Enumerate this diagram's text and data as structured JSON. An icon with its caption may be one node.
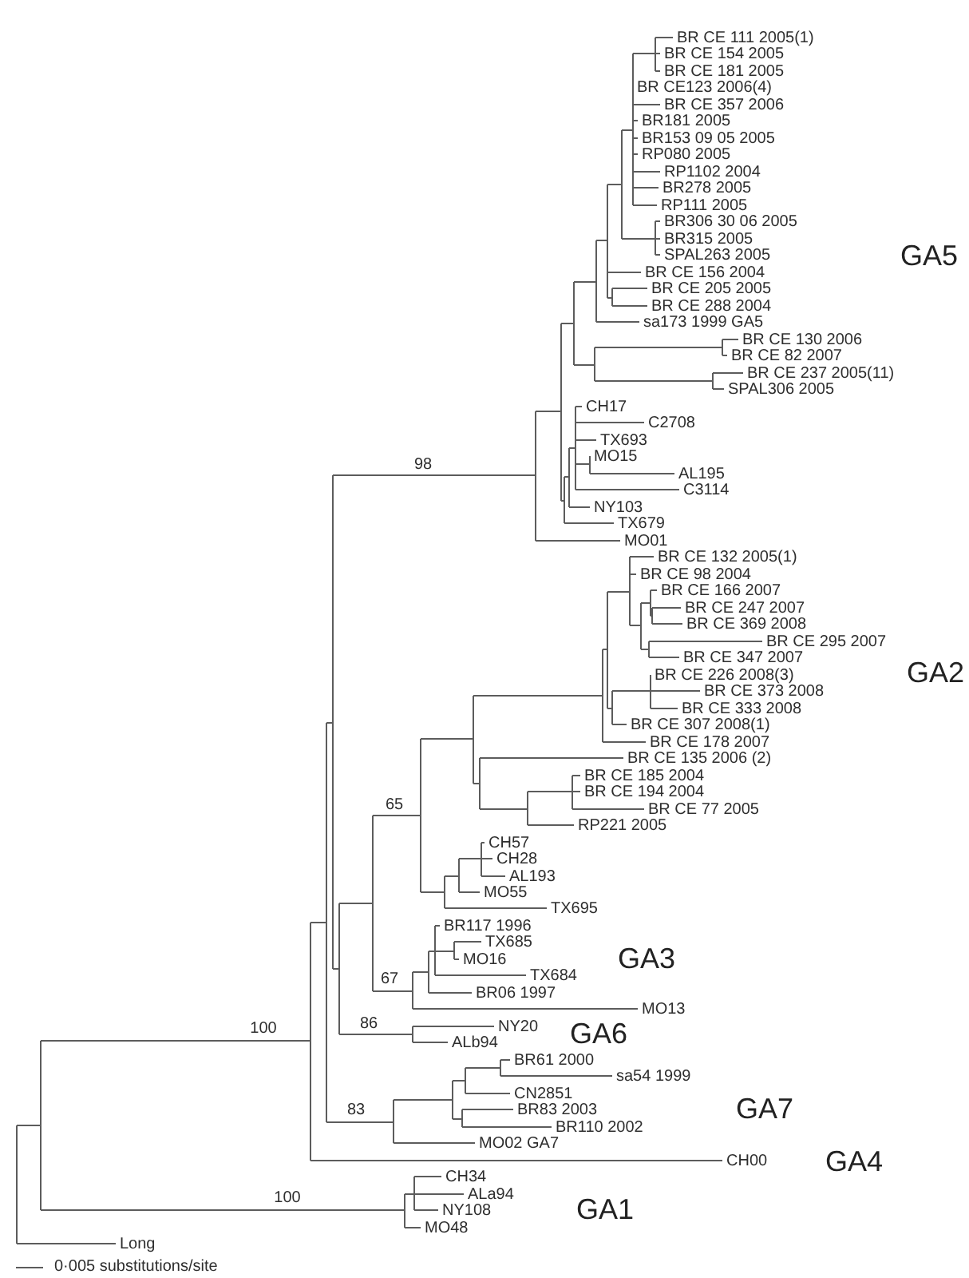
{
  "diagram": {
    "labels": [
      "BR CE 111 2005(1)",
      "BR CE 154 2005",
      "BR CE 181 2005",
      "BR CE123 2006(4)",
      "BR CE 357 2006",
      "BR181 2005",
      "BR153 09 05 2005",
      "RP080 2005",
      "RP1102 2004",
      "BR278 2005",
      "RP111 2005",
      "BR306 30 06 2005",
      "BR315 2005",
      "SPAL263 2005",
      "GA5",
      "BR CE 156 2004",
      "BR CE 205 2005",
      "BR CE 288 2004",
      "sa173 1999 GA5",
      "BR CE 130 2006",
      "BR CE 82 2007",
      "BR CE 237 2005(11)",
      "SPAL306 2005",
      "CH17",
      "C2708",
      "TX693",
      "MO15",
      "98",
      "AL195",
      "C3114",
      "NY103",
      "TX679",
      "MO01",
      "BR CE 132 2005(1)",
      "BR CE 98 2004",
      "BR CE 166 2007",
      "BR CE 247 2007",
      "BR CE 369 2008",
      "BR CE 295 2007",
      "BR CE 347 2007",
      "BR CE 226 2008(3)",
      "GA2",
      "BR CE 373 2008",
      "BR CE 333 2008",
      "BR CE 307 2008(1)",
      "BR CE 178 2007",
      "BR CE 135 2006 (2)",
      "BR CE 185 2004",
      "BR CE 194 2004",
      "65",
      "BR CE 77 2005",
      "RP221 2005",
      "CH57",
      "CH28",
      "AL193",
      "MO55",
      "TX695",
      "BR117 1996",
      "TX685",
      "MO16",
      "GA3",
      "TX684",
      "67",
      "BR06 1997",
      "MO13",
      "100",
      "86",
      "NY20",
      "GA6",
      "ALb94",
      "BR61 2000",
      "sa54 1999",
      "CN2851",
      "83",
      "BR83 2003",
      "GA7",
      "BR110 2002",
      "MO02 GA7",
      "CH00",
      "GA4",
      "CH34",
      "ALa94",
      "100",
      "NY108",
      "GA1",
      "MO48",
      "Long",
      "0·005 substitutions/site"
    ]
  }
}
